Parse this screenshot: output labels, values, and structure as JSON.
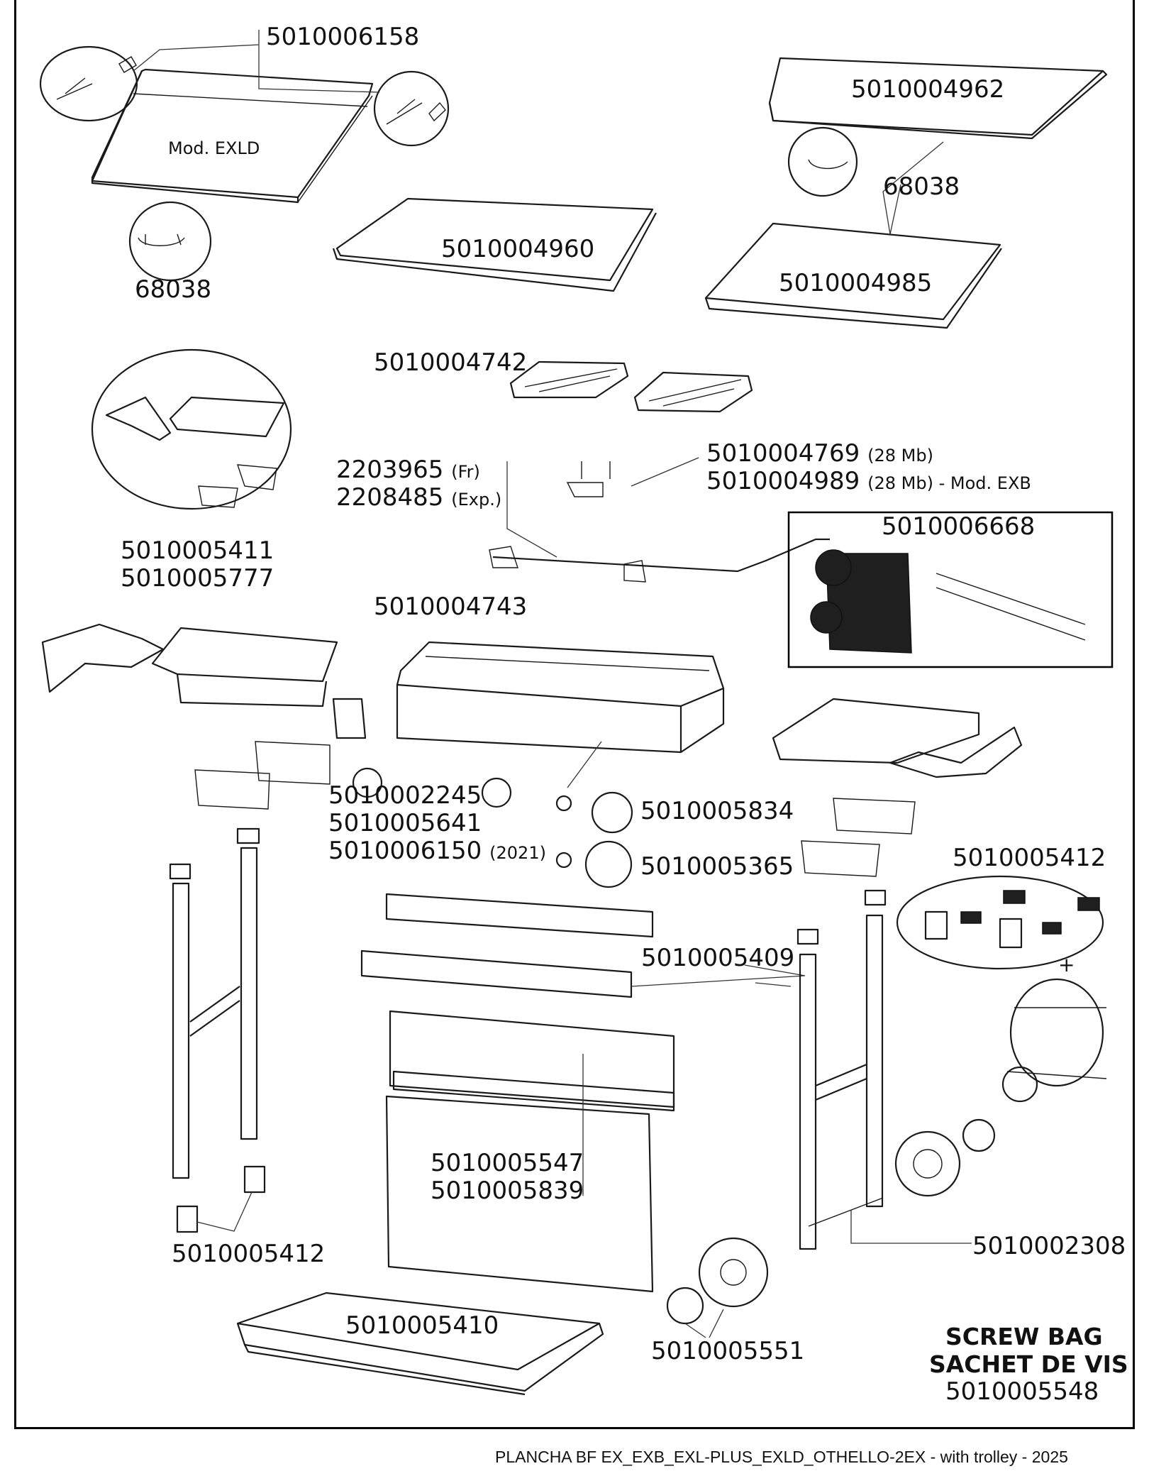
{
  "labels": {
    "p1": "5010006158",
    "mod_exld": "Mod. EXLD",
    "p2": "5010004962",
    "p3a": "68038",
    "p3b": "68038",
    "p4": "5010004960",
    "p5": "5010004985",
    "p6": "5010004742",
    "p7": "5010004769",
    "p7_note": "(28 Mb)",
    "p8": "5010004989",
    "p8_note": "(28 Mb) - Mod. EXB",
    "p9": "2203965",
    "p9_note": "(Fr)",
    "p10": "2208485",
    "p10_note": "(Exp.)",
    "p11": "5010005411",
    "p12": "5010005777",
    "p13": "5010006668",
    "p14": "5010004743",
    "p15": "5010002245",
    "p16": "5010005641",
    "p17": "5010006150",
    "p17_note": "(2021)",
    "p18": "5010005834",
    "p19": "5010005365",
    "p20": "5010005412",
    "p21": "5010005409",
    "p22": "5010005547",
    "p23": "5010005839",
    "p24": "5010005412",
    "p25": "5010002308",
    "p26": "5010005410",
    "p27": "5010005551",
    "plus": "+"
  },
  "screw_bag": {
    "line1": "SCREW BAG",
    "line2": "SACHET DE VIS",
    "number": "5010005548"
  },
  "footer": "PLANCHA BF EX_EXB_EXL-PLUS_EXLD_OTHELLO-2EX - with trolley - 2025"
}
